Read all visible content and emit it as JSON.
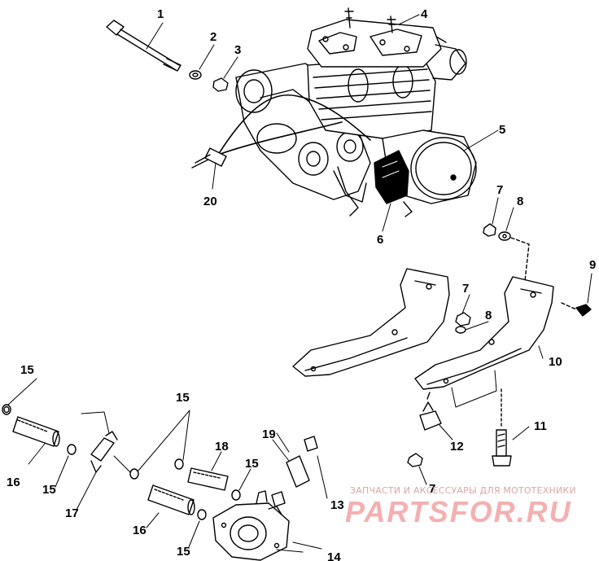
{
  "callouts": [
    {
      "id": "c1",
      "label": "1"
    },
    {
      "id": "c2",
      "label": "2"
    },
    {
      "id": "c3",
      "label": "3"
    },
    {
      "id": "c4",
      "label": "4"
    },
    {
      "id": "c5",
      "label": "5"
    },
    {
      "id": "c6",
      "label": "6"
    },
    {
      "id": "c7a",
      "label": "7"
    },
    {
      "id": "c8a",
      "label": "8"
    },
    {
      "id": "c9",
      "label": "9"
    },
    {
      "id": "c7b",
      "label": "7"
    },
    {
      "id": "c8b",
      "label": "8"
    },
    {
      "id": "c10",
      "label": "10"
    },
    {
      "id": "c11",
      "label": "11"
    },
    {
      "id": "c12",
      "label": "12"
    },
    {
      "id": "c7c",
      "label": "7"
    },
    {
      "id": "c13",
      "label": "13"
    },
    {
      "id": "c14",
      "label": "14"
    },
    {
      "id": "c15a",
      "label": "15"
    },
    {
      "id": "c15b",
      "label": "15"
    },
    {
      "id": "c15c",
      "label": "15"
    },
    {
      "id": "c15d",
      "label": "15"
    },
    {
      "id": "c15e",
      "label": "15"
    },
    {
      "id": "c16a",
      "label": "16"
    },
    {
      "id": "c16b",
      "label": "16"
    },
    {
      "id": "c17",
      "label": "17"
    },
    {
      "id": "c18",
      "label": "18"
    },
    {
      "id": "c19",
      "label": "19"
    },
    {
      "id": "c20",
      "label": "20"
    }
  ],
  "watermark": {
    "tagline": "ЗАПЧАСТИ И АКСЕССУАРЫ ДЛЯ МОТОТЕХНИКИ",
    "logo": "PARTSFOR.RU",
    "color": "#e24242"
  }
}
